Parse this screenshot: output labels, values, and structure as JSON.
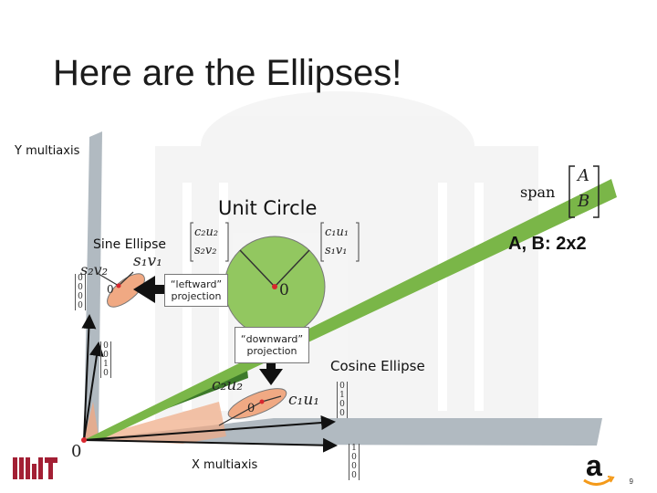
{
  "slide": {
    "title": "Here are the Ellipses!",
    "page_number": "9"
  },
  "labels": {
    "y_axis": "Y  multiaxis",
    "x_axis": "X multiaxis",
    "unit_circle": "Unit Circle",
    "sine_ellipse": "Sine Ellipse",
    "cosine_ellipse": "Cosine Ellipse",
    "ab_size": "A, B: 2x2",
    "span_word": "span",
    "span_A": "A",
    "span_B": "B"
  },
  "boxes": {
    "leftward_l1": "“leftward”",
    "leftward_l2": "projection",
    "downward_l1": "“downward”",
    "downward_l2": "projection"
  },
  "math": {
    "zero": "0",
    "s2v2": "s₂v₂",
    "s1v1": "s₁v₁",
    "c2u2": "c₂u₂",
    "c1u1": "c₁u₁",
    "mat_left": [
      "c₂u₂",
      "s₂v₂"
    ],
    "mat_right": [
      "c₁u₁",
      "s₁v₁"
    ],
    "vec_y_left": [
      "0",
      "0",
      "0",
      "0"
    ],
    "vec_y_mid": [
      "0",
      "0",
      "1",
      "0"
    ],
    "vec_x_mid": [
      "0",
      "1",
      "0",
      "0"
    ],
    "vec_x_right": [
      "1",
      "0",
      "0",
      "0"
    ]
  },
  "logos": {
    "mit": "MIT",
    "amazon": "a"
  },
  "colors": {
    "ellipse_orange": "#f0a983",
    "circle_green": "#92c760",
    "plane_green_dark": "#3d7a2a",
    "plane_green_light": "#7ab648",
    "axis_gray": "#a8b2ba",
    "point_red": "#d8262e",
    "mit_red": "#a31f34",
    "amazon_orange": "#f49a1a"
  }
}
